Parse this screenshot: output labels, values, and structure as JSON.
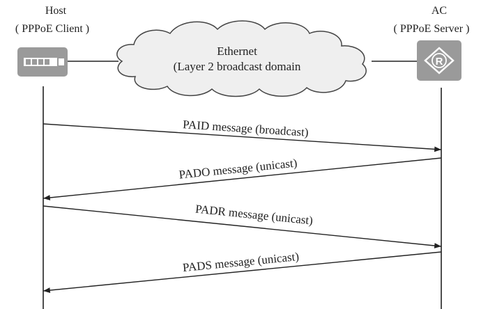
{
  "host": {
    "title": "Host",
    "subtitle": "( PPPoE Client )",
    "icon": "switch-icon"
  },
  "ac": {
    "title": "AC",
    "subtitle": "( PPPoE Server )",
    "icon": "router-icon"
  },
  "network": {
    "line1": "Ethernet",
    "line2": "(Layer 2 broadcast domain"
  },
  "messages": [
    {
      "label": "PAID message (broadcast)",
      "from": "host",
      "to": "ac"
    },
    {
      "label": "PADO message (unicast)",
      "from": "ac",
      "to": "host"
    },
    {
      "label": "PADR message (unicast)",
      "from": "host",
      "to": "ac"
    },
    {
      "label": "PADS message (unicast)",
      "from": "ac",
      "to": "host"
    }
  ],
  "colors": {
    "device": "#9a9a9a",
    "line": "#222222",
    "cloud_fill": "#efefef",
    "cloud_stroke": "#444444"
  }
}
